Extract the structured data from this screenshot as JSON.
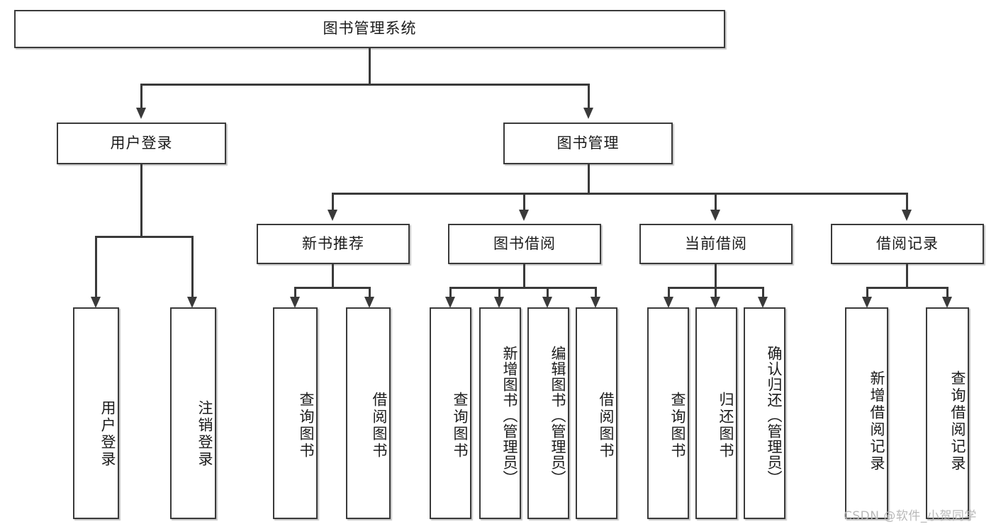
{
  "diagram": {
    "type": "tree-hierarchy",
    "title": "图书管理系统",
    "watermark": "CSDN @软件_小贺同学",
    "colors": {
      "box_border": "#3a3a3a",
      "box_fill": "#ffffff",
      "connector": "#3a3a3a",
      "text": "#1b1b1b",
      "watermark": "#b9b9b9",
      "background": "#ffffff"
    },
    "root": {
      "label": "图书管理系统"
    },
    "level2": [
      {
        "label": "用户登录"
      },
      {
        "label": "图书管理"
      }
    ],
    "level3": [
      {
        "label": "新书推荐"
      },
      {
        "label": "图书借阅"
      },
      {
        "label": "当前借阅"
      },
      {
        "label": "借阅记录"
      }
    ],
    "leaves": {
      "user_login": [
        {
          "label": "用户登录"
        },
        {
          "label": "注销登录"
        }
      ],
      "new_book_recommend": [
        {
          "label": "查询图书"
        },
        {
          "label": "借阅图书"
        }
      ],
      "book_borrow": [
        {
          "label": "查询图书"
        },
        {
          "label": "新增图书（管理员）"
        },
        {
          "label": "编辑图书（管理员）"
        },
        {
          "label": "借阅图书"
        }
      ],
      "current_borrow": [
        {
          "label": "查询图书"
        },
        {
          "label": "归还图书"
        },
        {
          "label": "确认归还（管理员）"
        }
      ],
      "borrow_record": [
        {
          "label": "新增借阅记录"
        },
        {
          "label": "查询借阅记录"
        }
      ]
    }
  }
}
